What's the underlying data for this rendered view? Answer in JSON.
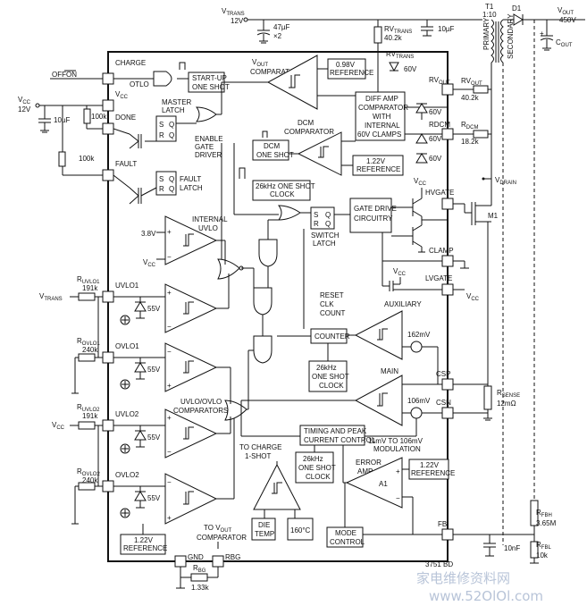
{
  "pins": {
    "charge": "CHARGE",
    "vcc": "V",
    "vcc_sub": "CC",
    "done": "DONE",
    "fault": "FAULT",
    "uvlo1": "UVLO1",
    "ovlo1": "OVLO1",
    "uvlo2": "UVLO2",
    "ovlo2": "OVLO2",
    "gnd": "GND",
    "rbg": "RBG",
    "rvout": "RV",
    "rvout_sub": "OUT",
    "rdcm": "RDCM",
    "hvgate": "HVGATE",
    "clamp": "CLAMP",
    "lvgate": "LVGATE",
    "csp": "CSP",
    "csn": "CSN",
    "fb": "FB"
  },
  "blocks": {
    "startup": [
      "START-UP",
      "ONE SHOT"
    ],
    "master_latch": [
      "MASTER",
      "LATCH"
    ],
    "enable_gate": [
      "ENABLE",
      "GATE",
      "DRIVER"
    ],
    "fault_latch": [
      "FAULT",
      "LATCH"
    ],
    "vout_comp": [
      "V",
      "OUT",
      "COMPARATOR"
    ],
    "ref_098": [
      "0.98V",
      "REFERENCE"
    ],
    "diff_amp": [
      "DIFF AMP",
      "COMPARATOR",
      "WITH",
      "INTERNAL",
      "60V CLAMPS"
    ],
    "dcm_comp": [
      "DCM",
      "COMPARATOR"
    ],
    "dcm_oneshot": [
      "DCM",
      "ONE SHOT"
    ],
    "ref_122a": [
      "1.22V",
      "REFERENCE"
    ],
    "clock_26a": [
      "26kHz ONE SHOT",
      "CLOCK"
    ],
    "internal_uvlo": [
      "INTERNAL",
      "UVLO"
    ],
    "v38": "3.8V",
    "vcc_in": "V",
    "vcc_in_sub": "CC",
    "switch_latch": [
      "SWITCH",
      "LATCH"
    ],
    "gate_drive": [
      "GATE DRIVE",
      "CIRCUITRY"
    ],
    "reset_clk": [
      "RESET",
      "CLK",
      "COUNT"
    ],
    "counter": "COUNTER",
    "clock_26b": [
      "26kHz",
      "ONE SHOT",
      "CLOCK"
    ],
    "auxiliary": "AUXILIARY",
    "main": "MAIN",
    "mv162": "162mV",
    "mv106": "106mV",
    "uvlo_ovlo": [
      "UVLO/OVLO",
      "COMPARATORS"
    ],
    "to_charge": [
      "TO CHARGE",
      "1-SHOT"
    ],
    "timing": [
      "TIMING AND PEAK",
      "CURRENT CONTROL"
    ],
    "modulation": [
      "11mV TO 106mV",
      "MODULATION"
    ],
    "clock_26c": [
      "26kHz",
      "ONE SHOT",
      "CLOCK"
    ],
    "error_amp": [
      "ERROR",
      "AMP"
    ],
    "a1": "A1",
    "ref_122b": [
      "1.22V",
      "REFERENCE"
    ],
    "die_temp": [
      "DIE",
      "TEMP"
    ],
    "c160": "160°C",
    "mode_control": [
      "MODE",
      "CONTROL"
    ],
    "ref_122c": [
      "1.22V",
      "REFERENCE"
    ],
    "to_vout": [
      "TO V",
      "OUT",
      "COMPARATOR"
    ]
  },
  "external": {
    "vtrans_top": "V",
    "vtrans_top_sub": "TRANS",
    "v12a": "12V",
    "c47": "47µF",
    "x2": "×2",
    "rvtrans": "RV",
    "rvtrans_sub": "TRANS",
    "rvtrans_val": "40.2k",
    "c10u_top": "10µF",
    "rvtrans2": "RV",
    "rvtrans2_sub": "TRANS",
    "v60a": "60V",
    "t1": "T1",
    "ratio": "1:10",
    "primary": "PRIMARY",
    "secondary": "SECONDARY",
    "d1": "D1",
    "vout": "V",
    "vout_sub": "OUT",
    "v450": "450V",
    "cout": "C",
    "cout_sub": "OUT",
    "off": "OFF",
    "on": "ON",
    "otlo": "OTLO",
    "vcc_l": "V",
    "vcc_l_sub": "CC",
    "v12b": "12V",
    "c10u_l": "10µF",
    "r100k_a": "100k",
    "r100k_b": "100k",
    "rvout_ext": "RV",
    "rvout_ext_sub": "OUT",
    "rvout_val": "40.2k",
    "rdcm_ext": "R",
    "rdcm_ext_sub": "DCM",
    "rdcm_val": "18.2k",
    "v60b": "60V",
    "v60c": "60V",
    "v60d": "60V",
    "vdrain": "V",
    "vdrain_sub": "DRAIN",
    "m1": "M1",
    "vcc_hv": "V",
    "vcc_hv_sub": "CC",
    "vcc_lv": "V",
    "vcc_lv_sub": "CC",
    "vcc_r": "V",
    "vcc_r_sub": "CC",
    "vtrans_l": "V",
    "vtrans_l_sub": "TRANS",
    "ruvlo1": "R",
    "ruvlo1_sub": "UVLO1",
    "ruvlo1_val": "191k",
    "rovlo1": "R",
    "rovlo1_sub": "OVLO1",
    "rovlo1_val": "240k",
    "vcc_l2": "V",
    "vcc_l2_sub": "CC",
    "ruvlo2": "R",
    "ruvlo2_sub": "UVLO2",
    "ruvlo2_val": "191k",
    "rovlo2": "R",
    "rovlo2_sub": "OVLO2",
    "rovlo2_val": "240k",
    "z55": "55V",
    "rsense": "R",
    "rsense_sub": "SENSE",
    "rsense_val": "12mΩ",
    "rfbh": "R",
    "rfbh_sub": "FBH",
    "rfbh_val": "3.65M",
    "rfbl": "R",
    "rfbl_sub": "FBL",
    "rfbl_val": "10k",
    "c10n": "10nF",
    "rbg_ext": "R",
    "rbg_ext_sub": "BG",
    "rbg_val": "1.33k",
    "part": "3751 BD"
  },
  "watermark": {
    "cn": "家电维修资料网",
    "url": "www.52OlOl.com"
  }
}
